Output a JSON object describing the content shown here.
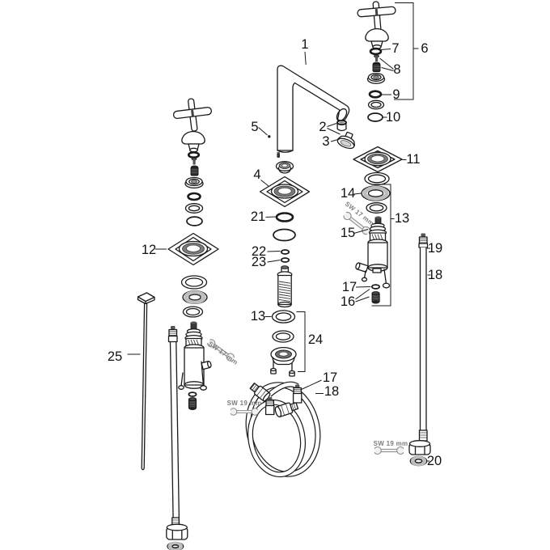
{
  "figure": {
    "kind": "exploded-parts-diagram",
    "background": "#ffffff",
    "line_color": "#1a1a1a",
    "tool_color": "#8a8a8a",
    "seal_gray": "#bdbdbd"
  },
  "callouts": {
    "n1": "1",
    "n2": "2",
    "n3": "3",
    "n4": "4",
    "n5": "5",
    "n6": "6",
    "n7": "7",
    "n8": "8",
    "n9": "9",
    "n10": "10",
    "n11": "11",
    "n12": "12",
    "n13": "13",
    "n14": "14",
    "n15": "15",
    "n16": "16",
    "n17": "17",
    "n18": "18",
    "n19": "19",
    "n20": "20",
    "n21": "21",
    "n22": "22",
    "n23": "23",
    "n24": "24",
    "n25": "25"
  },
  "tools": {
    "sw17": "SW 17 mm",
    "sw19": "SW 19 mm"
  }
}
